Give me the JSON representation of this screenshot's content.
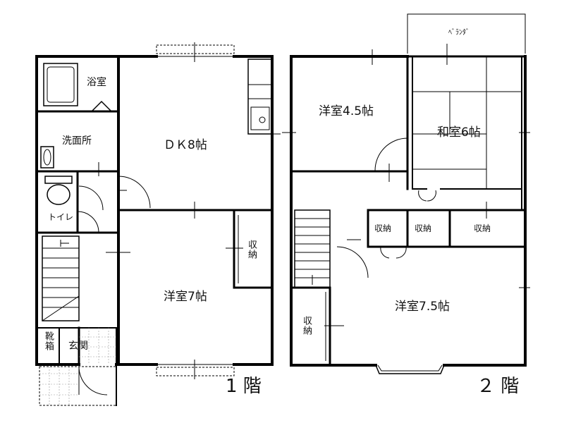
{
  "floor1": {
    "floor_label": "1 階",
    "rooms": {
      "bath": "浴室",
      "washroom": "洗面所",
      "dk": "ＤＫ8帖",
      "toilet": "トイレ",
      "western7": "洋室7帖",
      "storage": "収納",
      "shoe_box": "靴箱",
      "entrance": "玄関"
    }
  },
  "floor2": {
    "floor_label": "２ 階",
    "rooms": {
      "balcony": "ﾍﾞﾗﾝﾀﾞ",
      "western45": "洋室4.5帖",
      "japanese6": "和室6帖",
      "storage_a": "収納",
      "storage_b": "収納",
      "storage_c": "収納",
      "western75": "洋室7.5帖",
      "storage_left": "収納"
    }
  }
}
